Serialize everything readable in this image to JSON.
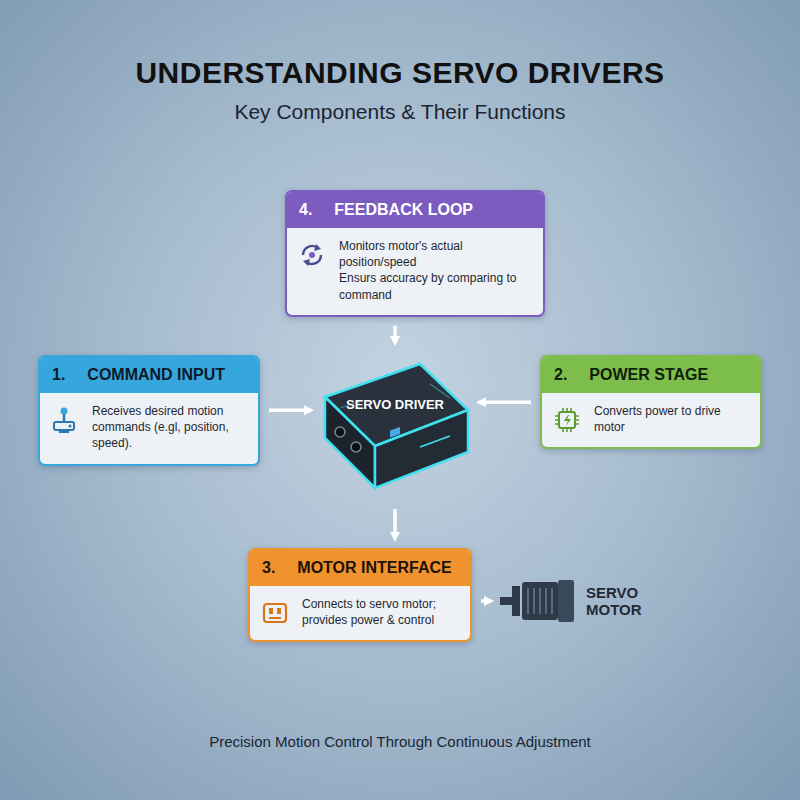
{
  "diagram": {
    "title": "UNDERSTANDING SERVO DRIVERS",
    "caption": "Precision Motion Control Through Continuous Adjustment",
    "nodes": [
      {
        "text": [
          "4.",
          "FEEDBACK LOOP",
          "Monitors motor's actual position/speed",
          "Ensurs accuracy by comparing to command"
        ]
      },
      {
        "text": [
          "1.",
          "COMMAND INPUT",
          "Receives desired motion commands (e.gl, position, speed)."
        ]
      },
      {
        "text": [
          "SERVO DRIVER"
        ]
      },
      {
        "text": [
          "2.",
          "POWER STAGE",
          "Converts power to drive motor"
        ]
      },
      {
        "text": [
          "3.",
          "MOTOR INTERFACE",
          "Connects to servo motor; provides power & control"
        ]
      },
      {
        "text": [
          "SERVO MOTOR"
        ]
      }
    ],
    "edges": [
      {
        "from": 0,
        "to": 2,
        "arrow": "to"
      },
      {
        "from": 1,
        "to": 2,
        "arrow": "to"
      },
      {
        "from": 3,
        "to": 2,
        "arrow": "to"
      },
      {
        "from": 2,
        "to": 4,
        "arrow": "to"
      },
      {
        "from": 4,
        "to": 5,
        "arrow": "to"
      }
    ],
    "labels": [
      "Key Components & Their Functions"
    ]
  }
}
